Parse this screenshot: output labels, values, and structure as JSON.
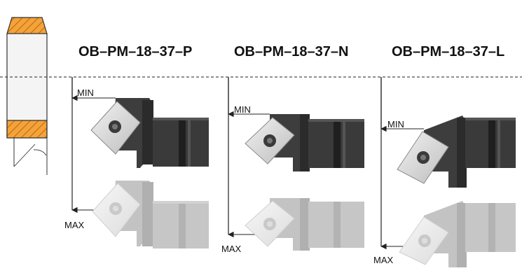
{
  "tools": [
    {
      "title": "OB–PM–18–37–P",
      "min_label": "MIN",
      "max_label": "MAX"
    },
    {
      "title": "OB–PM–18–37–N",
      "min_label": "MIN",
      "max_label": "MAX"
    },
    {
      "title": "OB–PM–18–37–L",
      "min_label": "MIN",
      "max_label": "MAX"
    }
  ],
  "colors": {
    "hatch_fill": "#f3a33a",
    "hatch_line": "#c46a12",
    "holder_dark": "#3a3a3a",
    "holder_light": "#c8c8c8",
    "insert_dark": "#d8d8d8",
    "insert_light": "#ececec"
  }
}
